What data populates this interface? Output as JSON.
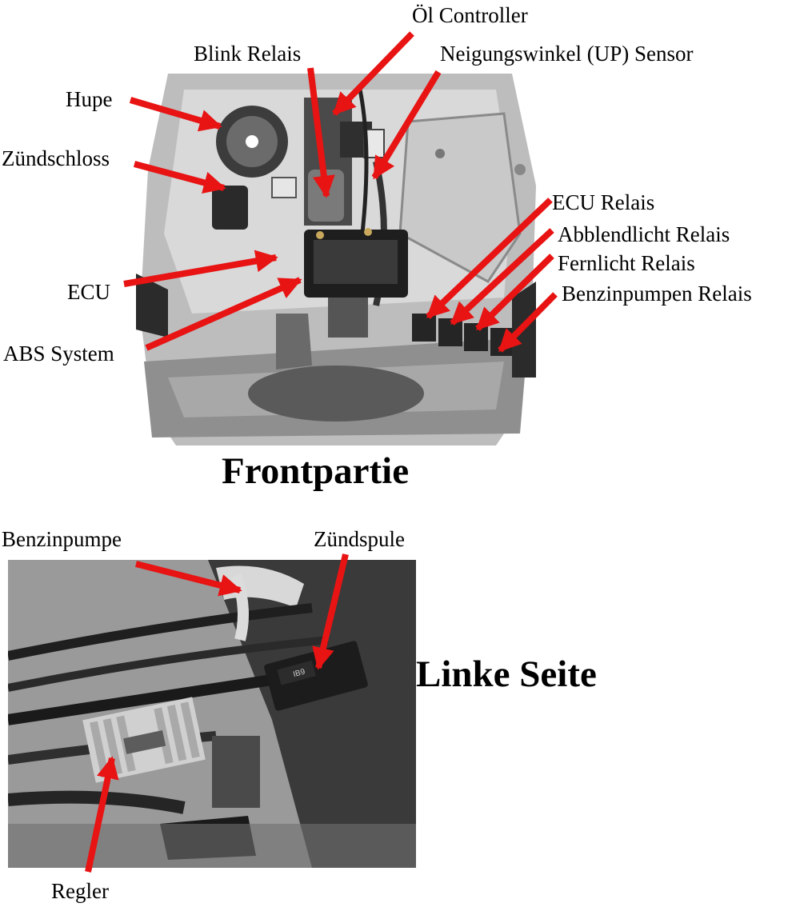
{
  "front": {
    "title": "Frontpartie",
    "labels": {
      "oel_controller": "Öl Controller",
      "blink_relais": "Blink Relais",
      "neigungswinkel": "Neigungswinkel (UP) Sensor",
      "hupe": "Hupe",
      "zuendschloss": "Zündschloss",
      "ecu_relais": "ECU Relais",
      "abblendlicht_relais": "Abblendlicht Relais",
      "fernlicht_relais": "Fernlicht Relais",
      "benzinpumpen_relais": "Benzinpumpen Relais",
      "ecu": "ECU",
      "abs_system": "ABS System"
    }
  },
  "left": {
    "title": "Linke Seite",
    "labels": {
      "benzinpumpe": "Benzinpumpe",
      "zuendspule": "Zündspule",
      "regler": "Regler"
    },
    "coil_marking": "IB9"
  },
  "colors": {
    "arrow": "#e81313"
  }
}
